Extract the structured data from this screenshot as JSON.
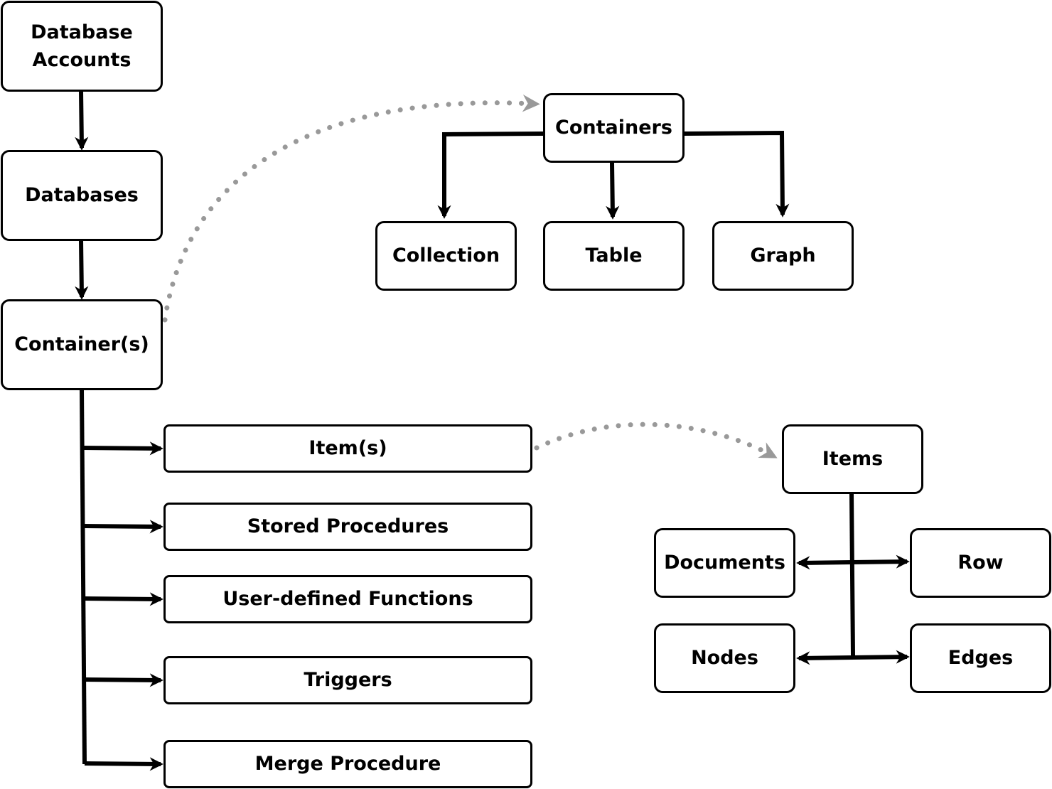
{
  "diagram": {
    "colors": {
      "stroke": "#000000",
      "dotted": "#999999",
      "box_fill": "#ffffff"
    },
    "hierarchy": {
      "database_accounts": "Database\nAccounts",
      "databases": "Databases",
      "containers": "Container(s)"
    },
    "container_children": [
      {
        "id": "items",
        "label": "Item(s)"
      },
      {
        "id": "stored-procedures",
        "label": "Stored Procedures"
      },
      {
        "id": "user-defined-functions",
        "label": "User-defined Functions"
      },
      {
        "id": "triggers",
        "label": "Triggers"
      },
      {
        "id": "merge-procedure",
        "label": "Merge Procedure"
      }
    ],
    "containers_detail": {
      "root": "Containers",
      "children": [
        "Collection",
        "Table",
        "Graph"
      ]
    },
    "items_detail": {
      "root": "Items",
      "children": [
        "Documents",
        "Row",
        "Nodes",
        "Edges"
      ]
    },
    "edges": [
      {
        "from": "Database Accounts",
        "to": "Databases",
        "style": "solid"
      },
      {
        "from": "Databases",
        "to": "Container(s)",
        "style": "solid"
      },
      {
        "from": "Container(s)",
        "to": "Item(s)",
        "style": "solid"
      },
      {
        "from": "Container(s)",
        "to": "Stored Procedures",
        "style": "solid"
      },
      {
        "from": "Container(s)",
        "to": "User-defined Functions",
        "style": "solid"
      },
      {
        "from": "Container(s)",
        "to": "Triggers",
        "style": "solid"
      },
      {
        "from": "Container(s)",
        "to": "Merge Procedure",
        "style": "solid"
      },
      {
        "from": "Container(s)",
        "to": "Containers",
        "style": "dotted"
      },
      {
        "from": "Containers",
        "to": "Collection",
        "style": "solid"
      },
      {
        "from": "Containers",
        "to": "Table",
        "style": "solid"
      },
      {
        "from": "Containers",
        "to": "Graph",
        "style": "solid"
      },
      {
        "from": "Item(s)",
        "to": "Items",
        "style": "dotted"
      },
      {
        "from": "Items",
        "to": "Documents",
        "style": "solid"
      },
      {
        "from": "Items",
        "to": "Row",
        "style": "solid"
      },
      {
        "from": "Items",
        "to": "Nodes",
        "style": "solid"
      },
      {
        "from": "Items",
        "to": "Edges",
        "style": "solid"
      }
    ]
  }
}
